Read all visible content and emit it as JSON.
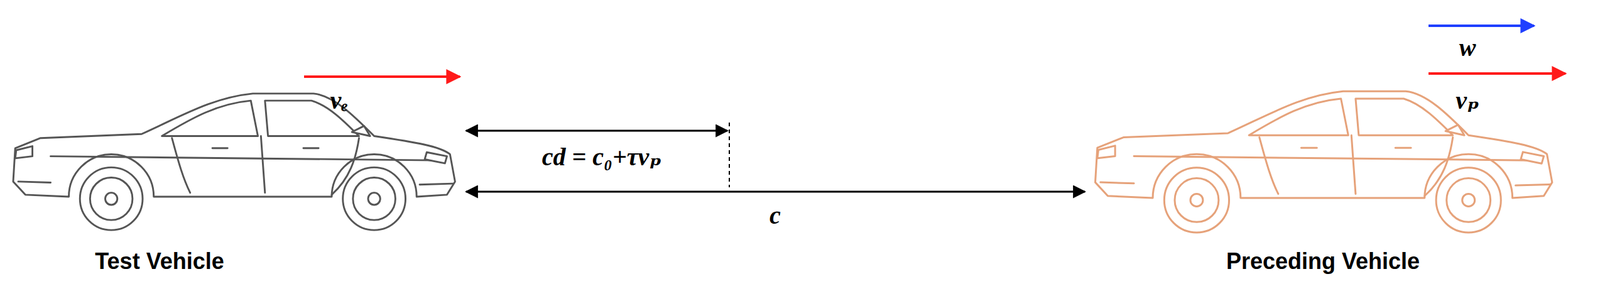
{
  "diagram": {
    "labels": [
      "vₑ",
      "cd = c₀+τvₚ",
      "c",
      "Test Vehicle",
      "Preceding Vehicle",
      "w",
      "vₚ"
    ]
  }
}
